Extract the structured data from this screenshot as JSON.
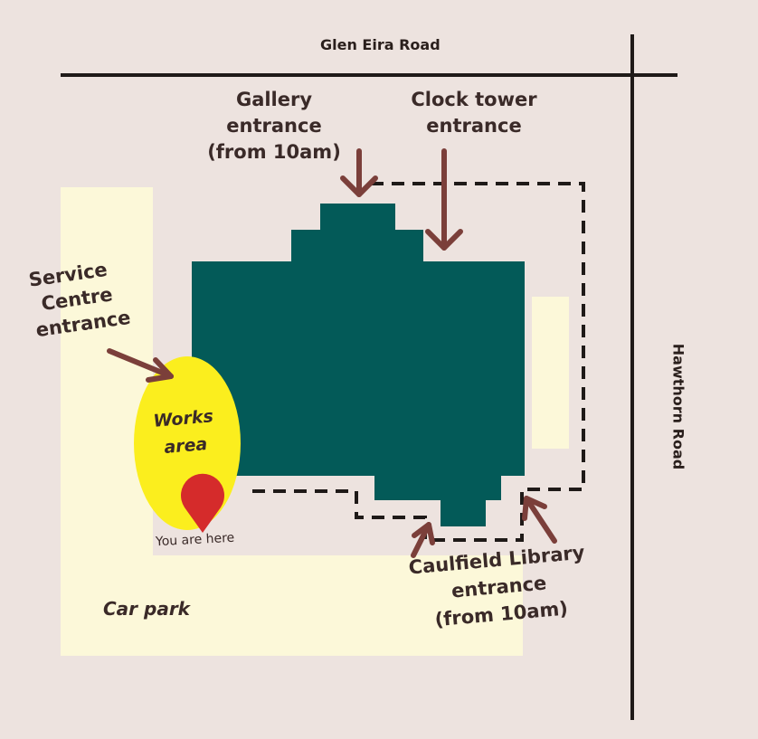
{
  "roads": {
    "north": "Glen Eira Road",
    "east": "Hawthorn Road"
  },
  "entrances": {
    "gallery": [
      "Gallery",
      "entrance",
      "(from 10am)"
    ],
    "clock_tower": [
      "Clock tower",
      "entrance"
    ],
    "service_centre": [
      "Service",
      "Centre",
      "entrance"
    ],
    "caulfield_library": [
      "Caulfield Library",
      "entrance",
      "(from 10am)"
    ]
  },
  "areas": {
    "works": [
      "Works",
      "area"
    ],
    "car_park": "Car park",
    "you_are_here": "You are here"
  },
  "colors": {
    "background": "#ede3df",
    "building": "#035a58",
    "paved": "#fcf8d9",
    "works_area": "#fbee1e",
    "arrow": "#7b3f3a",
    "road": "#1f1a18",
    "pin": "#d52b2b"
  }
}
